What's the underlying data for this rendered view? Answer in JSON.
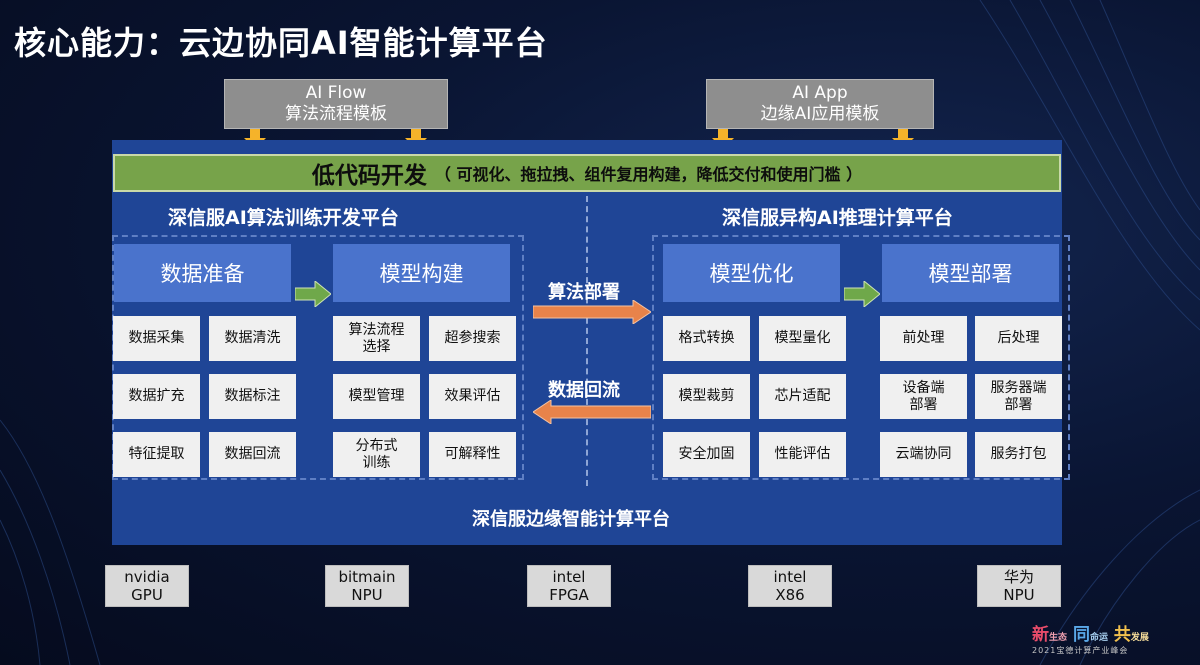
{
  "title": "核心能力：云边协同AI智能计算平台",
  "top_boxes": [
    {
      "line1": "AI Flow",
      "line2": "算法流程模板"
    },
    {
      "line1": "AI App",
      "line2": "边缘AI应用模板"
    }
  ],
  "lowcode": {
    "main": "低代码开发",
    "sub": "（ 可视化、拖拉拽、组件复用构建，降低交付和使用门槛 ）"
  },
  "left_platform": {
    "title": "深信服AI算法训练开发平台",
    "stages": [
      {
        "name": "数据准备",
        "items": [
          "数据采集",
          "数据清洗",
          "数据扩充",
          "数据标注",
          "特征提取",
          "数据回流"
        ]
      },
      {
        "name": "模型构建",
        "items": [
          "算法流程\n选择",
          "超参搜索",
          "模型管理",
          "效果评估",
          "分布式\n训练",
          "可解释性"
        ]
      }
    ]
  },
  "right_platform": {
    "title": "深信服异构AI推理计算平台",
    "stages": [
      {
        "name": "模型优化",
        "items": [
          "格式转换",
          "模型量化",
          "模型裁剪",
          "芯片适配",
          "安全加固",
          "性能评估"
        ]
      },
      {
        "name": "模型部署",
        "items": [
          "前处理",
          "后处理",
          "设备端\n部署",
          "服务器端\n部署",
          "云端协同",
          "服务打包"
        ]
      }
    ]
  },
  "flows": {
    "deploy": "算法部署",
    "backflow": "数据回流"
  },
  "bottom_platform": "深信服边缘智能计算平台",
  "hardware": [
    {
      "line1": "nvidia",
      "line2": "GPU"
    },
    {
      "line1": "bitmain",
      "line2": "NPU"
    },
    {
      "line1": "intel",
      "line2": "FPGA"
    },
    {
      "line1": "intel",
      "line2": "X86"
    },
    {
      "line1": "华为",
      "line2": "NPU"
    }
  ],
  "logo": {
    "w1": "新",
    "w1b": "生态",
    "w2": "同",
    "w2b": "命运",
    "w3": "共",
    "w3b": "发展",
    "sub": "2021宝德计算产业峰会"
  },
  "colors": {
    "platform": "#1f4596",
    "stage": "#4a73cc",
    "lowcode": "#77a34a",
    "arrow_orange": "#e8834a",
    "arrow_green": "#6fa84a",
    "yellow_arrow": "#f5b32a"
  }
}
